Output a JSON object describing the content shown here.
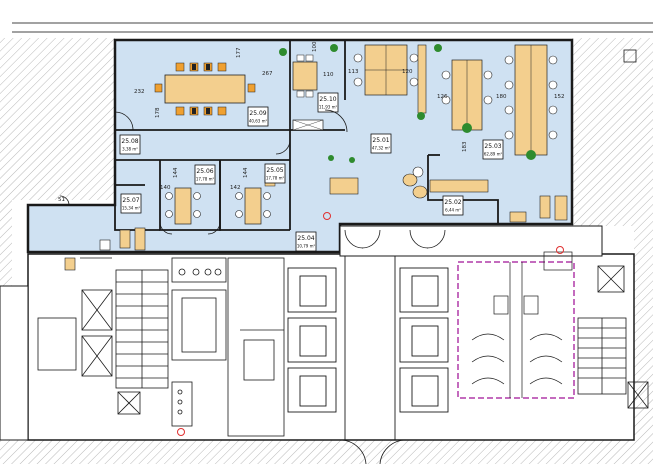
{
  "rooms": [
    {
      "number": "25.01",
      "area": "47,32 m²"
    },
    {
      "number": "25.02",
      "area": "6,44 m²"
    },
    {
      "number": "25.03",
      "area": "62,89 m²"
    },
    {
      "number": "25.04",
      "area": "10,79 m²"
    },
    {
      "number": "25.05",
      "area": "17,78 m²"
    },
    {
      "number": "25.06",
      "area": "17,78 m²"
    },
    {
      "number": "25.07",
      "area": "15,34 m²"
    },
    {
      "number": "25.08",
      "area": "3,38 m²"
    },
    {
      "number": "25.09",
      "area": "40,63 m²"
    },
    {
      "number": "25.10",
      "area": "11,93 m²"
    }
  ],
  "dimensions": {
    "d232": "232",
    "d267": "267",
    "d177": "177",
    "d178": "178",
    "d110": "110",
    "d100": "100",
    "d113": "113",
    "d120": "120",
    "d126": "126",
    "d180": "180",
    "d152": "152",
    "d140": "140",
    "d142": "142",
    "d144a": "144",
    "d144b": "144",
    "d183": "183",
    "d51": "51"
  },
  "colors": {
    "office_fill": "#cfe1f2",
    "wall": "#1a1a1a",
    "desk": "#f3cf8e",
    "chair": "#f0a030",
    "plant": "#2e8b2e",
    "boundary": "#b03aa8",
    "hydrant": "#e03030"
  }
}
